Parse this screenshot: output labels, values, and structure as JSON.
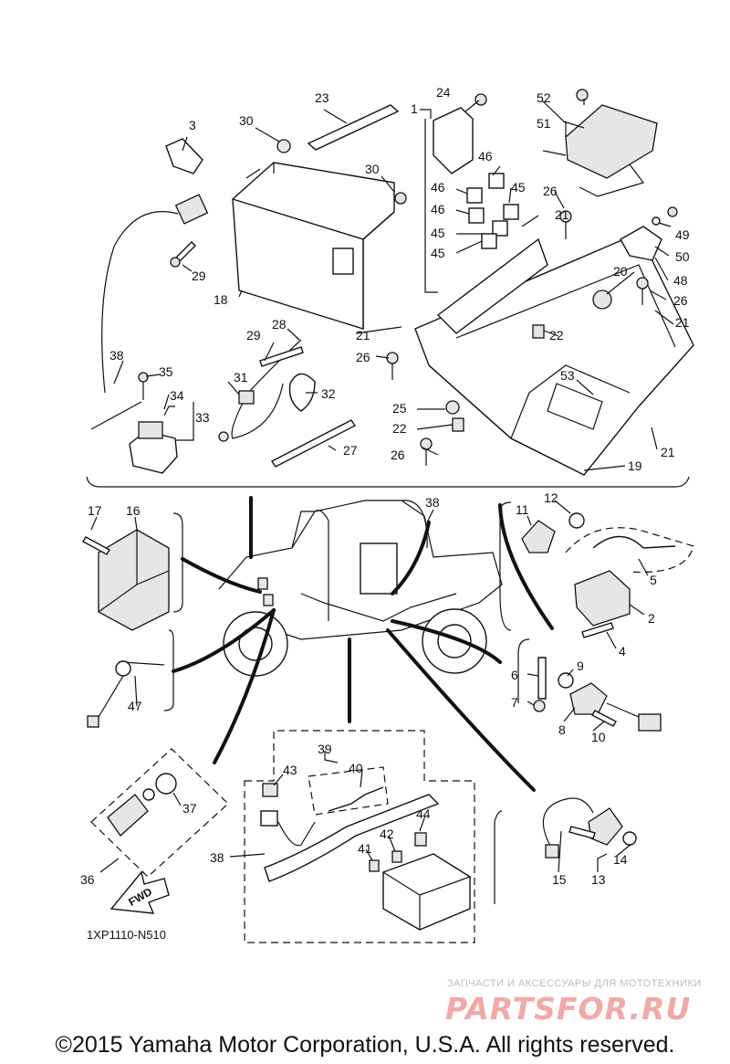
{
  "diagram": {
    "part_labels": [
      "1",
      "2",
      "3",
      "4",
      "5",
      "6",
      "7",
      "8",
      "9",
      "10",
      "11",
      "12",
      "13",
      "14",
      "15",
      "16",
      "17",
      "18",
      "19",
      "20",
      "21",
      "22",
      "23",
      "24",
      "25",
      "26",
      "27",
      "28",
      "29",
      "30",
      "31",
      "32",
      "33",
      "34",
      "35",
      "36",
      "37",
      "38",
      "39",
      "40",
      "41",
      "42",
      "43",
      "44",
      "45",
      "46",
      "47",
      "48",
      "49",
      "50",
      "51",
      "52",
      "53"
    ],
    "fwd_label": "FWD",
    "diagram_code": "1XP1110-N510"
  },
  "watermark": {
    "subtitle": "ЗАПЧАСТИ И АКСЕССУАРЫ ДЛЯ МОТОТЕХНИКИ",
    "logo": "PARTSFOR.RU"
  },
  "footer": {
    "copyright": "©2015 Yamaha Motor Corporation, U.S.A. All rights reserved."
  }
}
